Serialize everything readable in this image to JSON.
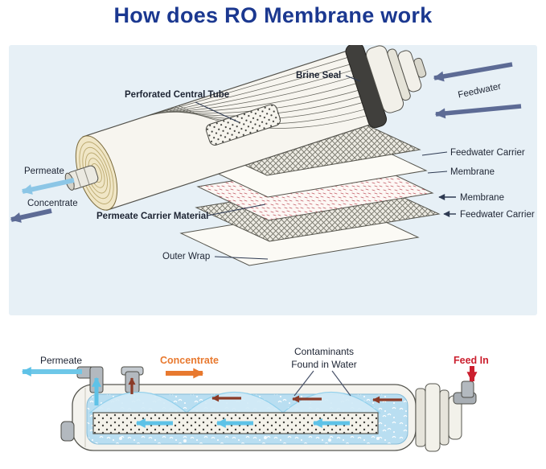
{
  "title": "How does RO Membrane work",
  "colors": {
    "title_blue": "#1b3890",
    "panel_background": "#e7f0f6",
    "label_dark": "#1d2433",
    "navy_arrow": "#5d6b95",
    "light_blue_arrow": "#8cc6e6",
    "cyan_arrow": "#5ec2e7",
    "concentrate_orange": "#e8792f",
    "feed_red": "#cb1f2e",
    "flow_dark_red": "#8b3b28"
  },
  "exploded_view": {
    "labels": {
      "brine_seal": "Brine Seal",
      "feedwater": "Feedwater",
      "perforated_central_tube": "Perforated Central Tube",
      "feedwater_carrier_top": "Feedwater Carrier",
      "membrane_top": "Membrane",
      "membrane_bottom": "Membrane",
      "feedwater_carrier_bottom": "Feedwater Carrier",
      "permeate_carrier_material": "Permeate Carrier Material",
      "outer_wrap": "Outer Wrap",
      "permeate": "Permeate",
      "concentrate": "Concentrate"
    }
  },
  "flow_view": {
    "labels": {
      "permeate": "Permeate",
      "concentrate": "Concentrate",
      "contaminants_line1": "Contaminants",
      "contaminants_line2": "Found in Water",
      "feed_in": "Feed In"
    }
  }
}
